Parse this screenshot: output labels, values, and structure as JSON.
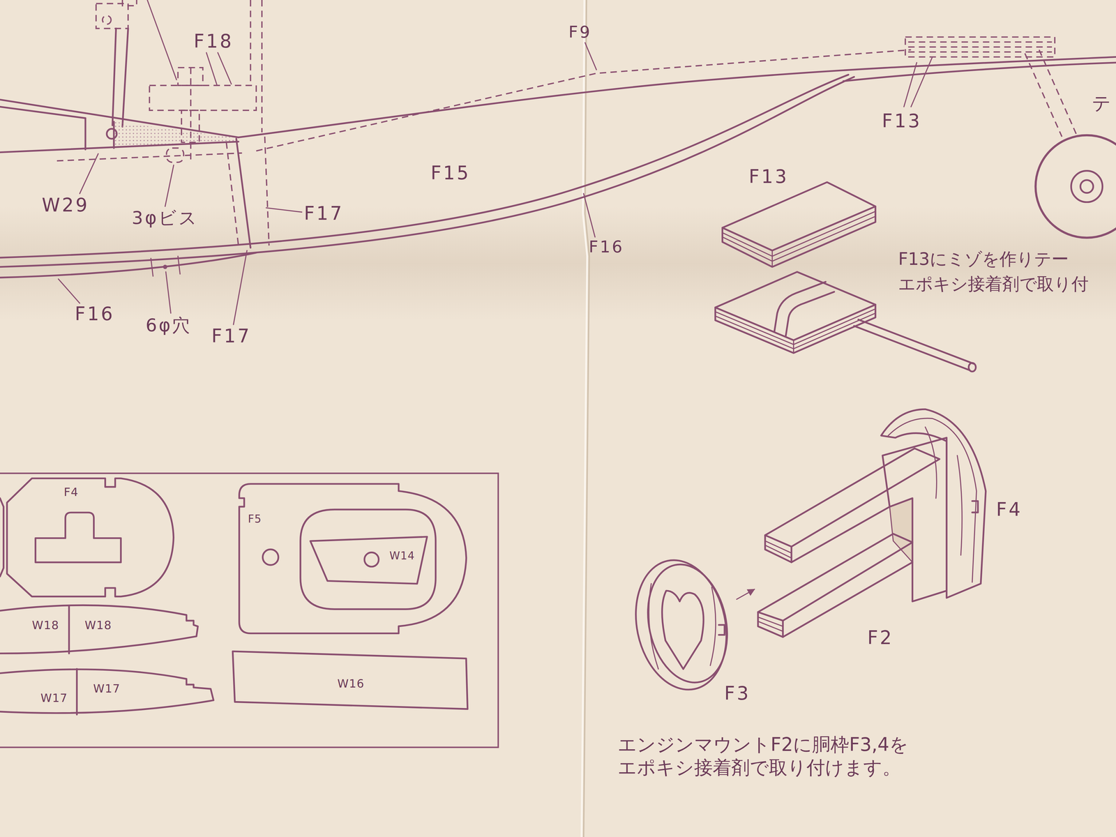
{
  "diagram": {
    "nodes": [
      {
        "text": [
          "F4"
        ]
      },
      {
        "text": [
          "F5"
        ]
      },
      {
        "text": [
          "W14"
        ],
        "in": 1
      },
      {
        "text": [
          "W18",
          "W18"
        ]
      },
      {
        "text": [
          "W16"
        ]
      },
      {
        "text": [
          "W17",
          "W17"
        ]
      }
    ],
    "labels": [
      "F18",
      "F9",
      "F13",
      "テ",
      "W29",
      "3φビス",
      "F15",
      "F17",
      "F16",
      "F16",
      "6φ穴",
      "F17",
      "F13",
      "F13にミゾを作りテー エポキシ接着剤で取り付",
      "F4",
      "F2",
      "F3",
      "エンジンマウントF2に胴枠F3,4を エポキシ接着剤で取り付けます。"
    ]
  }
}
